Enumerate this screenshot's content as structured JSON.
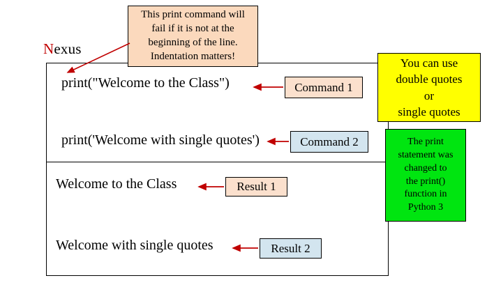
{
  "window": {
    "label_initial": "N",
    "label_rest": "exus"
  },
  "console": {
    "commands": [
      {
        "text": "print(\"Welcome  to the Class\")"
      },
      {
        "text": "print('Welcome  with single  quotes')"
      }
    ],
    "results": [
      {
        "text": "Welcome  to the Class"
      },
      {
        "text": "Welcome  with single  quotes"
      }
    ]
  },
  "labels": {
    "command1": "Command 1",
    "command2": "Command 2",
    "result1": "Result 1",
    "result2": "Result 2"
  },
  "callouts": {
    "note": {
      "lines": [
        "This print  command  will",
        "fail  if  it  is  not  at  the",
        "beginning  of the line.",
        "Indentation  matters!"
      ]
    },
    "quotes": {
      "lines": [
        "You can use",
        "double quotes",
        "or",
        "single  quotes"
      ]
    },
    "python3": {
      "lines": [
        "The  print",
        "statement  was",
        "changed  to",
        "the  print()",
        "function  in",
        "Python  3"
      ]
    }
  },
  "colors": {
    "arrow": "#c00000",
    "frame": "#000000",
    "peach": "#fbe0cd",
    "blue": "#d3e5ef",
    "yellow": "#ffff00",
    "green": "#00e510",
    "note": "#fbd9bd",
    "label_initial": "#c00000"
  }
}
